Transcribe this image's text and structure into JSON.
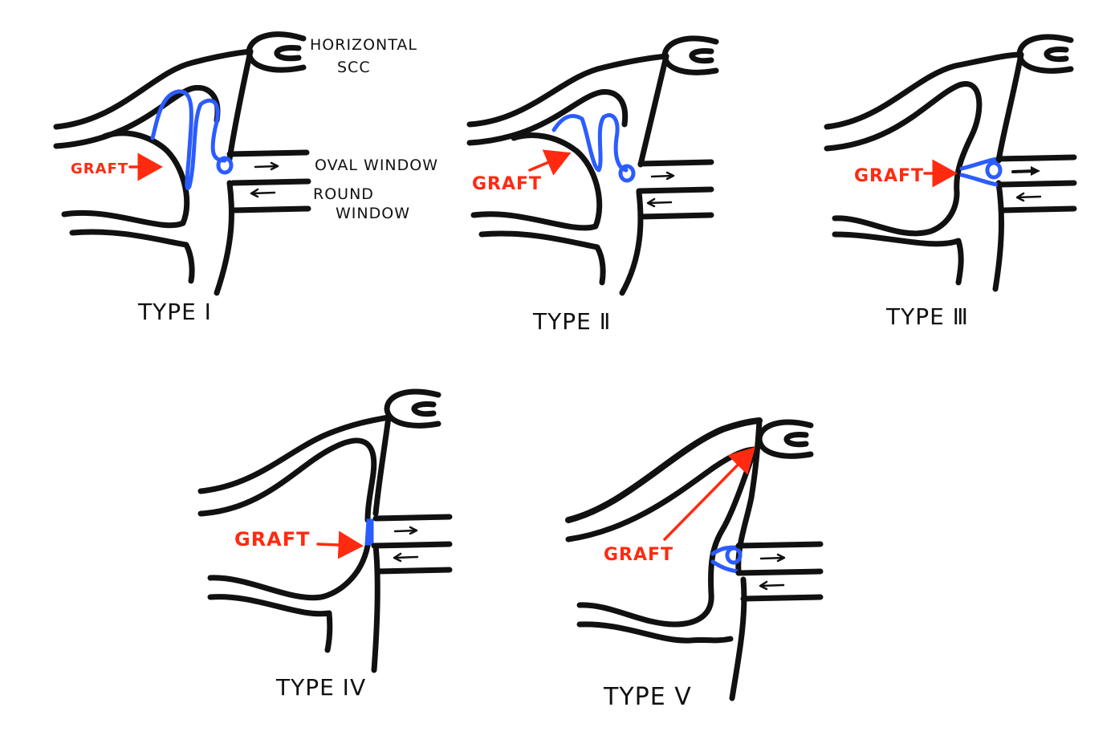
{
  "colors": {
    "ink": "#111111",
    "graft": "#ff2a10",
    "ossicle": "#2b5cff",
    "background": "#ffffff"
  },
  "labels": {
    "horizontal": "HORIZONTAL",
    "scc": "SCC",
    "oval_window": "OVAL WINDOW",
    "round": "ROUND",
    "window": "WINDOW",
    "graft": "GRAFT"
  },
  "panels": [
    {
      "type_label": "TYPE Ⅰ"
    },
    {
      "type_label": "TYPE Ⅱ"
    },
    {
      "type_label": "TYPE Ⅲ"
    },
    {
      "type_label": "TYPE ⅠV"
    },
    {
      "type_label": "TYPE V"
    }
  ]
}
